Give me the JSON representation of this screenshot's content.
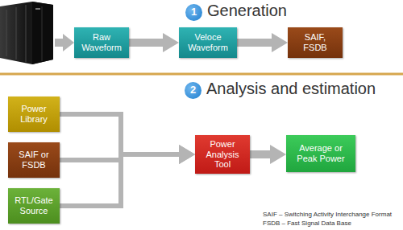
{
  "diagram": {
    "nodes": [
      {
        "text": [
          "1"
        ]
      },
      {
        "text": [
          "Raw Waveform"
        ]
      },
      {
        "text": [
          "Veloce Waveform"
        ]
      },
      {
        "text": [
          "SAIF, FSDB"
        ]
      },
      {
        "text": [
          "2"
        ]
      },
      {
        "text": [
          "Power Library"
        ]
      },
      {
        "text": [
          "SAIF or FSDB"
        ]
      },
      {
        "text": [
          "RTL/Gate Source"
        ]
      },
      {
        "text": [
          "Power Analysis Tool"
        ]
      },
      {
        "text": [
          "Average or Peak Power"
        ]
      }
    ],
    "edges": [
      {
        "from": 1,
        "to": 2,
        "arrow": "to"
      },
      {
        "from": 2,
        "to": 3,
        "arrow": "to"
      },
      {
        "from": 5,
        "to": 8,
        "arrow": "to"
      },
      {
        "from": 6,
        "to": 8,
        "arrow": "to"
      },
      {
        "from": 7,
        "to": 8,
        "arrow": "to"
      },
      {
        "from": 8,
        "to": 9,
        "arrow": "to"
      }
    ],
    "labels": [
      "Generation",
      "Analysis and estimation",
      "SAIF – Switching Activity Interchange Format",
      "FSDB – Fast Signal Data Base"
    ]
  }
}
